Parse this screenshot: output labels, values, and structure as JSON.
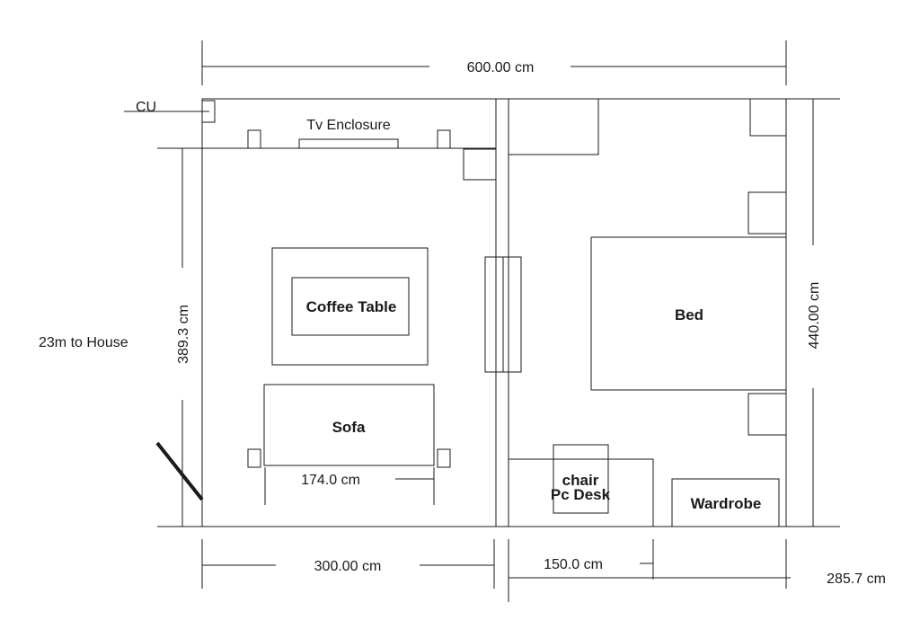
{
  "dimensions": {
    "overall_width": "600.00 cm",
    "overall_height": "440.00 cm",
    "living_height": "389.3 cm",
    "living_width": "300.00 cm",
    "desk_width": "150.0 cm",
    "bedroom_width": "285.7 cm",
    "sofa_width": "174.0 cm"
  },
  "labels": {
    "cu": "CU",
    "tv_enclosure": "Tv Enclosure",
    "coffee_table": "Coffee Table",
    "sofa": "Sofa",
    "bed": "Bed",
    "chair": "chair",
    "pc_desk": "Pc Desk",
    "wardrobe": "Wardrobe",
    "distance_to_house": "23m to House"
  }
}
